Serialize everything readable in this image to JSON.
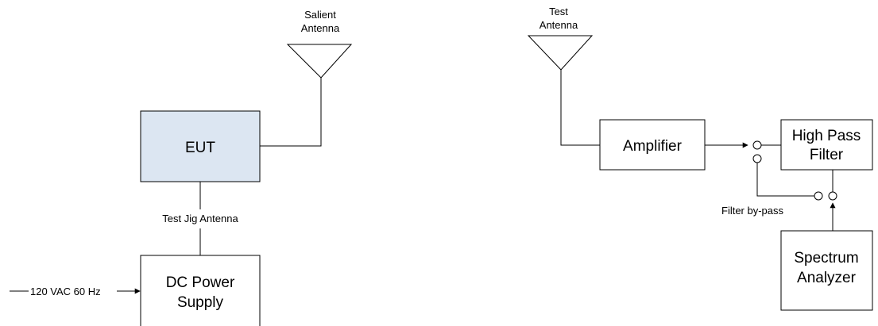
{
  "antennas": {
    "salient": {
      "line1": "Salient",
      "line2": "Antenna"
    },
    "test": {
      "line1": "Test",
      "line2": "Antenna"
    }
  },
  "boxes": {
    "eut": "EUT",
    "dc_power_supply": {
      "line1": "DC Power",
      "line2": "Supply"
    },
    "amplifier": "Amplifier",
    "high_pass_filter": {
      "line1": "High Pass",
      "line2": "Filter"
    },
    "spectrum_analyzer": {
      "line1": "Spectrum",
      "line2": "Analyzer"
    }
  },
  "labels": {
    "test_jig_antenna": "Test Jig Antenna",
    "power_input": "120 VAC 60 Hz",
    "filter_bypass": "Filter by-pass"
  },
  "colors": {
    "eut_fill": "#dce6f2",
    "stroke": "#000000"
  }
}
